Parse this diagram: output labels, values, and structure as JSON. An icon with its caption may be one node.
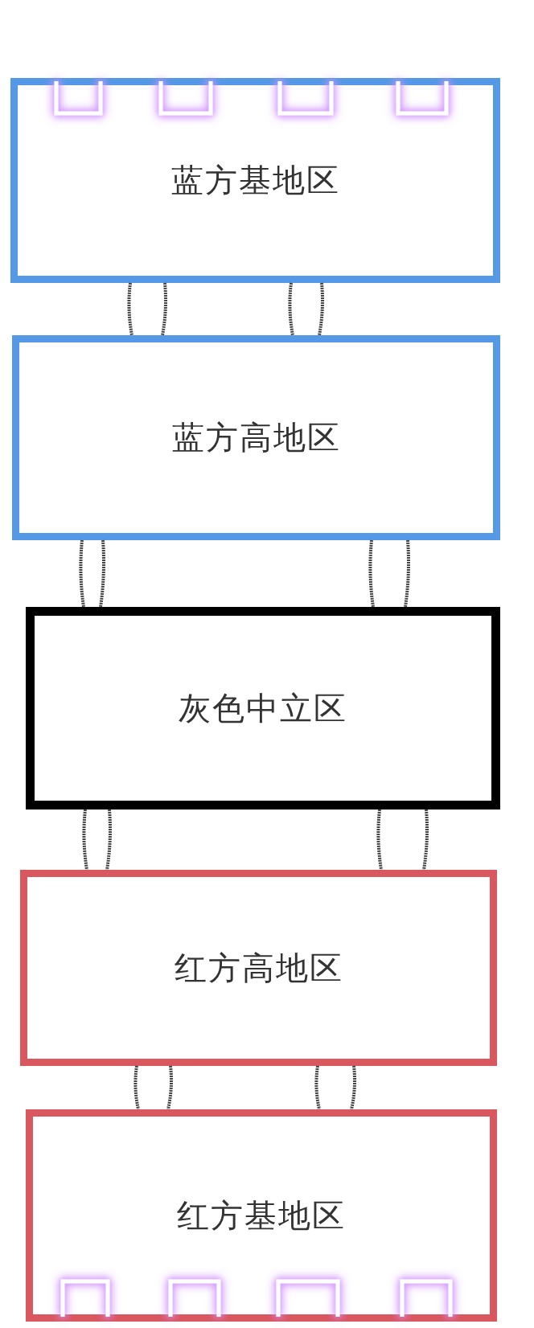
{
  "diagram": {
    "nodes": [
      {
        "text": [
          "蓝方基地区"
        ]
      },
      {
        "text": [
          "蓝方高地区"
        ]
      },
      {
        "text": [
          "灰色中立区"
        ]
      },
      {
        "text": [
          "红方高地区"
        ]
      },
      {
        "text": [
          "红方基地区"
        ]
      }
    ],
    "edges": [
      {
        "from": 0,
        "to": 1,
        "arrow": "none"
      },
      {
        "from": 0,
        "to": 1,
        "arrow": "none"
      },
      {
        "from": 1,
        "to": 2,
        "arrow": "none"
      },
      {
        "from": 1,
        "to": 2,
        "arrow": "none"
      },
      {
        "from": 2,
        "to": 3,
        "arrow": "none"
      },
      {
        "from": 2,
        "to": 3,
        "arrow": "none"
      },
      {
        "from": 3,
        "to": 4,
        "arrow": "none"
      },
      {
        "from": 3,
        "to": 4,
        "arrow": "none"
      }
    ]
  }
}
